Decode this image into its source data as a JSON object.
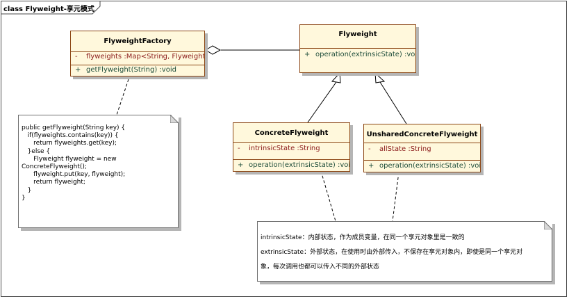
{
  "frame": {
    "title": "class Flyweight-享元模式"
  },
  "classes": {
    "factory": {
      "name": "FlyweightFactory",
      "attributes": [
        {
          "visibility": "-",
          "text": "flyweights  :Map<String, Flyweight>"
        }
      ],
      "operations": [
        {
          "visibility": "+",
          "text": "getFlyweight(String)  :void"
        }
      ]
    },
    "flyweight": {
      "name": "Flyweight",
      "attributes": [],
      "operations": [
        {
          "visibility": "+",
          "text": "operation(extrinsicState)  :void"
        }
      ]
    },
    "concrete": {
      "name": "ConcreteFlyweight",
      "attributes": [
        {
          "visibility": "-",
          "text": "intrinsicState  :String"
        }
      ],
      "operations": [
        {
          "visibility": "+",
          "text": "operation(extrinsicState)  :void"
        }
      ]
    },
    "unshared": {
      "name": "UnsharedConcreteFlyweight",
      "attributes": [
        {
          "visibility": "-",
          "text": "allState  :String"
        }
      ],
      "operations": [
        {
          "visibility": "+",
          "text": "operation(extrinsicState)  :void"
        }
      ]
    }
  },
  "notes": {
    "code": "public getFlyweight(String key) {\n   if(flyweights.contains(key)) {\n      return flyweights.get(key);\n   }else {\n      Flyweight flyweight = new\nConcreteFlyweight();\n      flyweight.put(key, flyweight);\n      return flyweight;\n   }\n}",
    "state": {
      "line1": "intrinsicState：内部状态，作为成员变量，在同一个享元对象里是一致的",
      "line2": "extrinsicState：外部状态，在使用时由外部传入，不保存在享元对象内，即使是同一个享元对",
      "line3": "象，每次调用也都可以传入不同的外部状态"
    }
  }
}
